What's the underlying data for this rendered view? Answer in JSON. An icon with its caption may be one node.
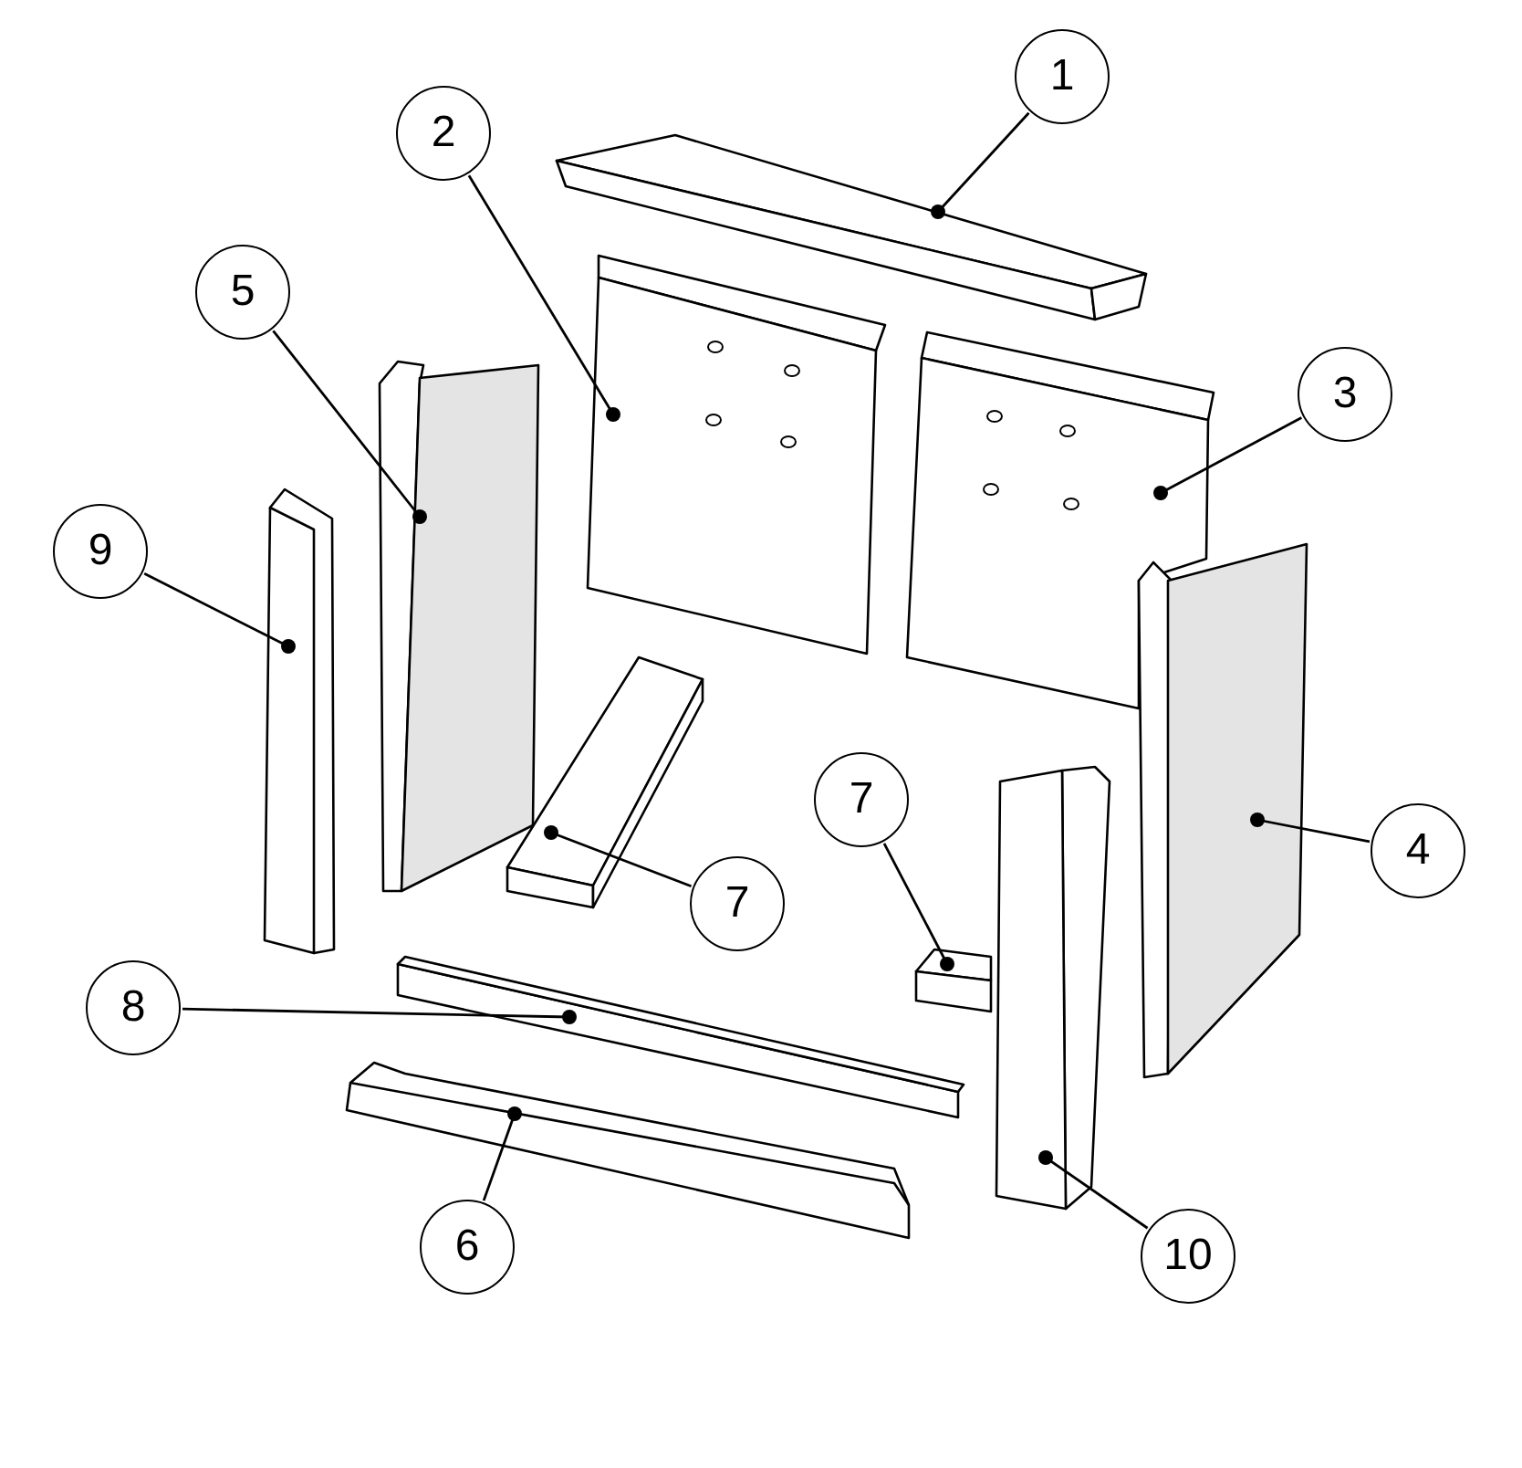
{
  "diagram": {
    "nodes": [
      {
        "text": [
          "1"
        ]
      },
      {
        "text": [
          "2"
        ]
      },
      {
        "text": [
          "5"
        ]
      },
      {
        "text": [
          "3"
        ]
      },
      {
        "text": [
          "9"
        ]
      },
      {
        "text": [
          "7"
        ]
      },
      {
        "text": [
          "4"
        ]
      },
      {
        "text": [
          "7"
        ]
      },
      {
        "text": [
          "8"
        ]
      },
      {
        "text": [
          "6"
        ]
      },
      {
        "text": [
          "10"
        ]
      },
      {
        "text": [],
        "shape": "box"
      },
      {
        "text": [],
        "shape": "box"
      },
      {
        "text": [],
        "shape": "box"
      },
      {
        "text": [],
        "shape": "box"
      },
      {
        "text": [],
        "shape": "box"
      },
      {
        "text": [],
        "shape": "box"
      },
      {
        "text": [],
        "shape": "box"
      },
      {
        "text": [],
        "shape": "box"
      },
      {
        "text": [],
        "shape": "box"
      },
      {
        "text": [],
        "shape": "box"
      },
      {
        "text": [],
        "shape": "box"
      }
    ],
    "edges": [
      {
        "from": 0,
        "to": 11,
        "arrow": "other"
      },
      {
        "from": 1,
        "to": 12,
        "arrow": "other"
      },
      {
        "from": 2,
        "to": 14,
        "arrow": "other"
      },
      {
        "from": 3,
        "to": 13,
        "arrow": "other"
      },
      {
        "from": 4,
        "to": 15,
        "arrow": "other"
      },
      {
        "from": 5,
        "to": 17,
        "arrow": "other"
      },
      {
        "from": 6,
        "to": 18,
        "arrow": "other"
      },
      {
        "from": 7,
        "to": 16,
        "arrow": "other"
      },
      {
        "from": 8,
        "to": 19,
        "arrow": "other"
      },
      {
        "from": 9,
        "to": 20,
        "arrow": "other"
      },
      {
        "from": 10,
        "to": 21,
        "arrow": "other"
      }
    ]
  }
}
